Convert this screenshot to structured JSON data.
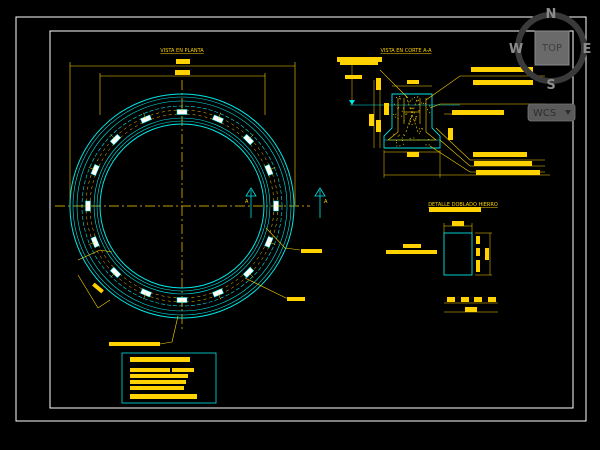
{
  "drawing": {
    "title_plan": "VISTA EN PLANTA",
    "title_section": "VISTA EN CORTE A-A",
    "title_detail": "DETALLE DOBLADO HIERRO",
    "section_marker": "A"
  },
  "viewcube": {
    "north": "N",
    "south": "S",
    "east": "E",
    "west": "W",
    "face_label": "TOP",
    "wcs_label": "WCS"
  },
  "colors": {
    "background": "#000000",
    "frame": "#ffffff",
    "annotation": "#ffd200",
    "geometry": "#00e5e5",
    "centerline": "#ffd200"
  }
}
